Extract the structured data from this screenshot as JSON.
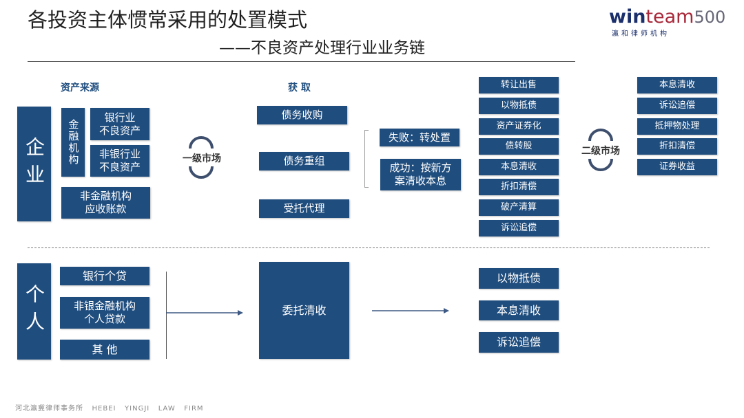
{
  "title": "各投资主体惯常采用的处置模式",
  "subtitle": "——不良资产处理行业业务链",
  "logo": {
    "brand_a": "win",
    "brand_b": "team",
    "number": "500",
    "sub": "瀛和律师机构"
  },
  "headers": {
    "source": "资产来源",
    "acquire": "获 取"
  },
  "enterprise": {
    "label": "企业",
    "fin_inst": "金融机构",
    "bank": "银行业\n不良资产",
    "nonbank": "非银行业\n不良资产",
    "nonfin": "非金融机构\n应收账款",
    "primary_market": "一级市场",
    "acquire": [
      "债务收购",
      "债务重组",
      "受托代理"
    ],
    "outcomes": [
      "失败：转处置",
      "成功：按新方\n案清收本息"
    ],
    "disposal": [
      "转让出售",
      "以物抵债",
      "资产证券化",
      "债转股",
      "本息清收",
      "折扣清偿",
      "破产清算",
      "诉讼追偿"
    ],
    "secondary_market": "二级市场",
    "returns": [
      "本息清收",
      "诉讼追偿",
      "抵押物处理",
      "折扣清偿",
      "证券收益"
    ]
  },
  "individual": {
    "label": "个人",
    "sources": [
      "银行个贷",
      "非银金融机构\n个人贷款",
      "其 他"
    ],
    "acquire": "委托清收",
    "disposal": [
      "以物抵债",
      "本息清收",
      "诉讼追偿"
    ]
  },
  "footer": "河北瀛冀律师事务所   HEBEI   YINGJI   LAW   FIRM",
  "colors": {
    "box": "#1f4d7e"
  }
}
